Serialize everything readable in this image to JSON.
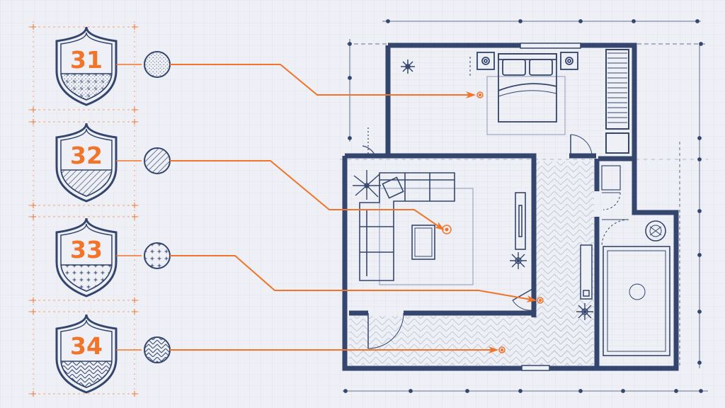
{
  "colors": {
    "background": "#eef0f5",
    "grid": "#dfe3ec",
    "ink": "#34466e",
    "ink_light": "#9aa6c0",
    "accent": "#f0742a"
  },
  "legend": [
    {
      "number": "31",
      "pattern": "dots-plus-icon",
      "target_room": "bedroom"
    },
    {
      "number": "32",
      "pattern": "diagonal-hatch-icon",
      "target_room": "living-room"
    },
    {
      "number": "33",
      "pattern": "plus-grid-icon",
      "target_room": "hallway-tile"
    },
    {
      "number": "34",
      "pattern": "herringbone-icon",
      "target_room": "entry-corridor"
    }
  ]
}
